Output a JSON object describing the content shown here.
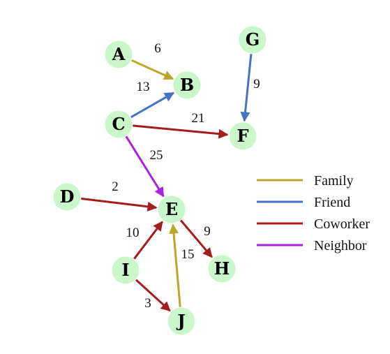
{
  "legend": [
    {
      "key": "family",
      "label": "Family",
      "color": "#bba72a"
    },
    {
      "key": "friend",
      "label": "Friend",
      "color": "#4472c4"
    },
    {
      "key": "coworker",
      "label": "Coworker",
      "color": "#a51c1c"
    },
    {
      "key": "neighbor",
      "label": "Neighbor",
      "color": "#a822e6"
    }
  ],
  "nodes": [
    {
      "id": "A",
      "label": "A"
    },
    {
      "id": "B",
      "label": "B"
    },
    {
      "id": "C",
      "label": "C"
    },
    {
      "id": "D",
      "label": "D"
    },
    {
      "id": "E",
      "label": "E"
    },
    {
      "id": "F",
      "label": "F"
    },
    {
      "id": "G",
      "label": "G"
    },
    {
      "id": "H",
      "label": "H"
    },
    {
      "id": "I",
      "label": "I"
    },
    {
      "id": "J",
      "label": "J"
    }
  ],
  "edges": [
    {
      "from": "A",
      "to": "B",
      "weight": "6",
      "type": "family"
    },
    {
      "from": "C",
      "to": "B",
      "weight": "13",
      "type": "friend"
    },
    {
      "from": "G",
      "to": "F",
      "weight": "9",
      "type": "friend"
    },
    {
      "from": "C",
      "to": "F",
      "weight": "21",
      "type": "coworker"
    },
    {
      "from": "C",
      "to": "E",
      "weight": "25",
      "type": "neighbor"
    },
    {
      "from": "D",
      "to": "E",
      "weight": "2",
      "type": "coworker"
    },
    {
      "from": "I",
      "to": "E",
      "weight": "10",
      "type": "coworker"
    },
    {
      "from": "E",
      "to": "H",
      "weight": "9",
      "type": "coworker"
    },
    {
      "from": "J",
      "to": "E",
      "weight": "15",
      "type": "family"
    },
    {
      "from": "I",
      "to": "J",
      "weight": "3",
      "type": "coworker"
    }
  ]
}
